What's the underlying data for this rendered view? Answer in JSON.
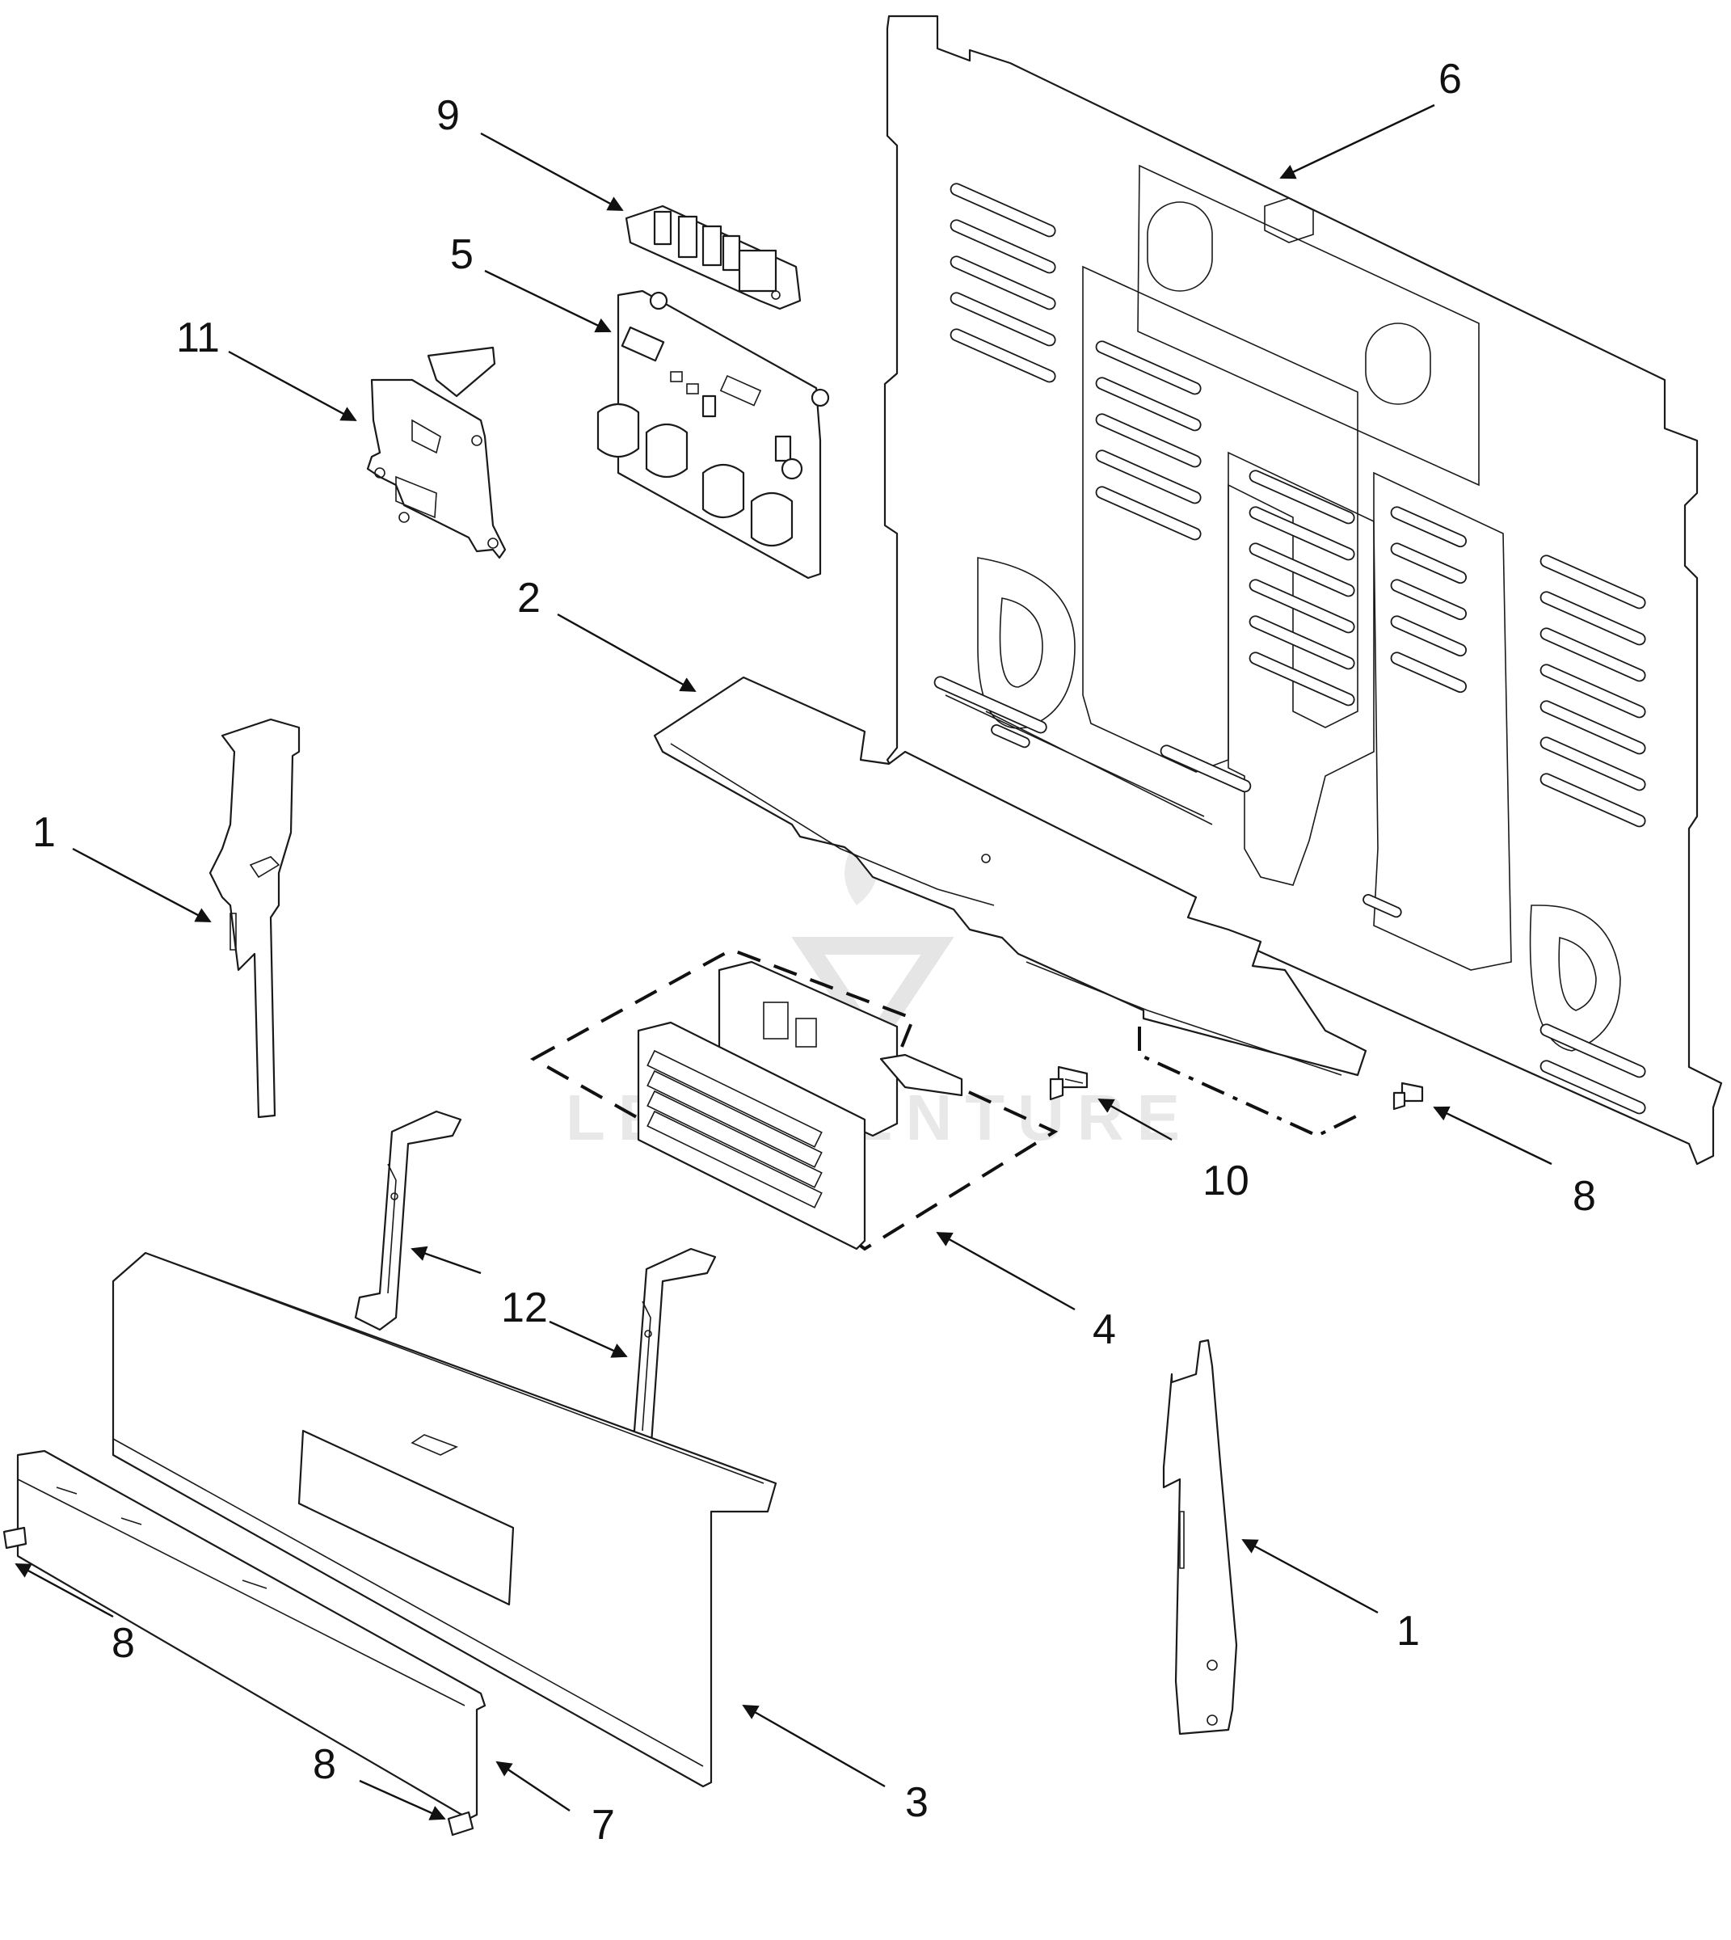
{
  "diagram": {
    "callouts": {
      "c1_left": "1",
      "c1_right": "1",
      "c2": "2",
      "c3": "3",
      "c4": "4",
      "c5": "5",
      "c6": "6",
      "c7": "7",
      "c8_right": "8",
      "c8_left": "8",
      "c8_bottom": "8",
      "c9": "9",
      "c10": "10",
      "c11": "11",
      "c12": "12"
    },
    "watermark": "LEHUVENTURE"
  }
}
